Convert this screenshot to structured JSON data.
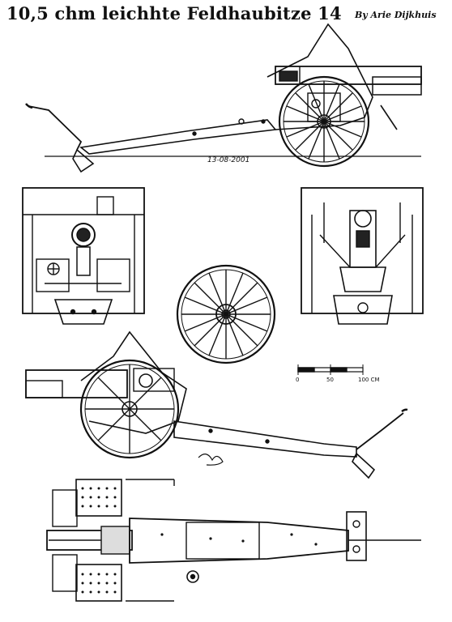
{
  "header": {
    "title": "10,5 chm leichhte Feldhaubitze 14",
    "author": "By Arie Dijkhuis"
  },
  "drawing": {
    "date": "13-08-2001",
    "scale": {
      "ticks": [
        "0",
        "50",
        "100 CM"
      ]
    }
  }
}
